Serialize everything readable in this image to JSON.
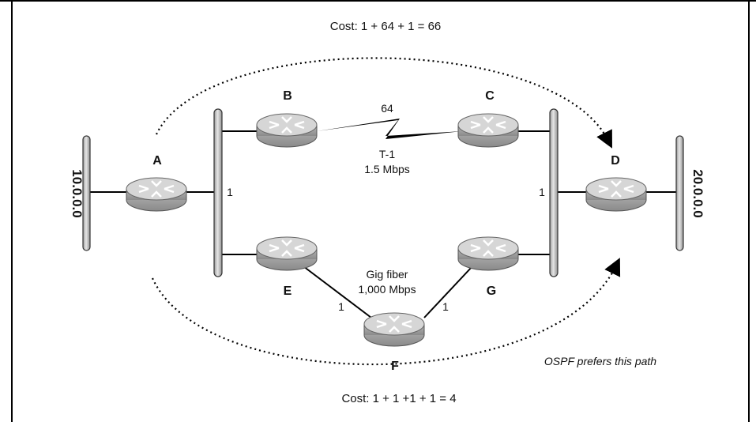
{
  "diagram": {
    "top_cost": "Cost: 1 + 64 + 1 = 66",
    "bottom_cost": "Cost: 1 + 1 +1 + 1 = 4",
    "preferred_note": "OSPF prefers this path",
    "network_left": "10.0.0.0",
    "network_right": "20.0.0.0",
    "nodes": {
      "a": "A",
      "b": "B",
      "c": "C",
      "d": "D",
      "e": "E",
      "f": "F",
      "g": "G"
    },
    "links": {
      "bc_cost": "64",
      "bc_type": "T-1",
      "bc_speed": "1.5 Mbps",
      "fiber_type": "Gig fiber",
      "fiber_speed": "1,000  Mbps",
      "ef_cost": "1",
      "fg_cost": "1",
      "a_bus_cost": "1",
      "d_bus_cost": "1"
    },
    "colors": {
      "router_fill": "#c9c9c9",
      "router_dark": "#8d8d8d",
      "bus_fill": "#d4d4d4",
      "line": "#000000"
    }
  }
}
